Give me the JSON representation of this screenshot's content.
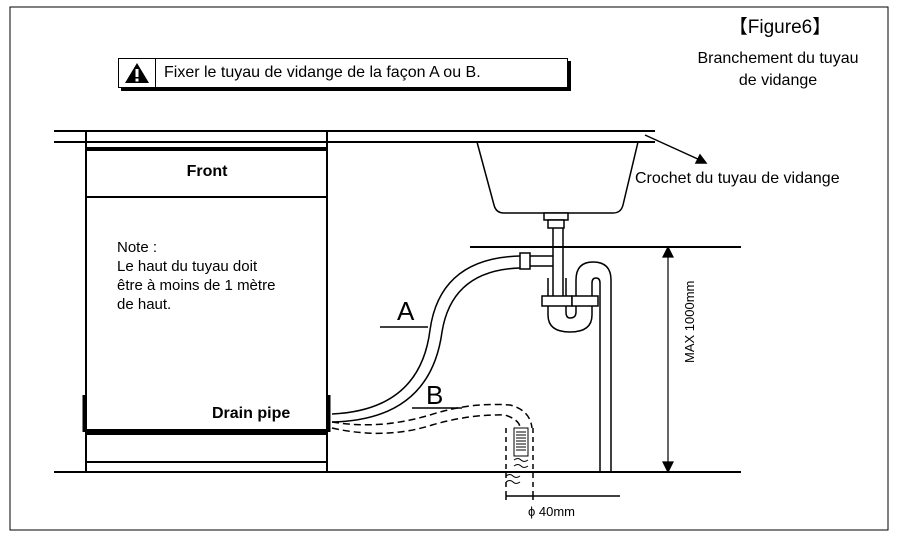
{
  "warning": {
    "text": "Fixer le tuyau de vidange de la façon A ou B."
  },
  "figure": {
    "title": "【Figure6】",
    "subtitle_line1": "Branchement du tuyau",
    "subtitle_line2": "de vidange"
  },
  "labels": {
    "hook": "Crochet du tuyau de vidange",
    "front": "Front",
    "note_title": "Note :",
    "note_line1": "Le haut du tuyau doit",
    "note_line2": "être à moins de 1 mètre",
    "note_line3": "de haut.",
    "drain_pipe": "Drain pipe",
    "option_a": "A",
    "option_b": "B",
    "max_height": "MAX 1000mm",
    "diameter": "ϕ 40mm"
  }
}
